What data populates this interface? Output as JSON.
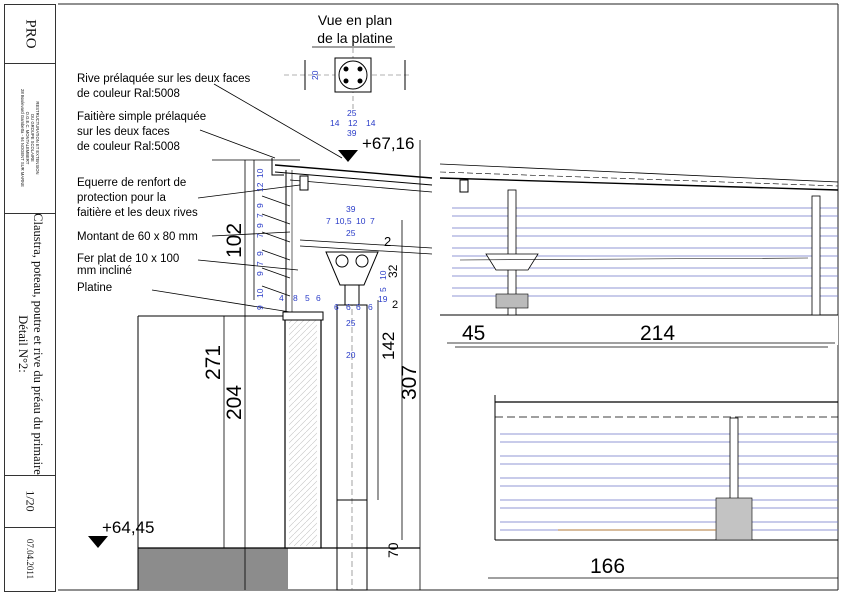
{
  "cartouche": {
    "phase": "PRO",
    "project_lines": [
      "RESTRUCTURATION ET EXTENSION",
      "DU GROUPE SCOLAIRE",
      "O.G.E.C. MONTALEMBERT",
      "28 Boulevard Gambetta - 94 NOGENT SUR MARNE"
    ],
    "title": "Claustra, poteau, poutre et rive du préau du primaire",
    "detail": "Détail N°2:",
    "scale": "1/20",
    "date": "07.04.2011"
  },
  "plan_view": {
    "title_line1": "Vue en plan",
    "title_line2": "de la platine"
  },
  "labels": {
    "rive_1": "Rive prélaquée sur les deux faces",
    "rive_2": "de couleur Ral:5008",
    "faitiere_1": "Faitière simple prélaquée",
    "faitiere_2": "sur les deux faces",
    "faitiere_3": "de couleur Ral:5008",
    "equerre_1": "Equerre de renfort de",
    "equerre_2": "protection pour la",
    "equerre_3": "faitière et les deux rives",
    "montant": "Montant de 60 x 80 mm",
    "ferplat_1": "Fer plat de 10 x 100",
    "ferplat_2": "mm incliné",
    "platine": "Platine"
  },
  "levels": {
    "top": "+67,16",
    "bottom": "+64,45"
  },
  "dims_large": {
    "d102": "102",
    "d271": "271",
    "d204": "204",
    "d142": "142",
    "d307": "307",
    "d70": "70",
    "d45": "45",
    "d214": "214",
    "d166": "166"
  },
  "dims_small": {
    "plan_20": "20",
    "plan_25": "25",
    "plan_14a": "14",
    "plan_12": "12",
    "plan_14b": "14",
    "plan_39": "39",
    "sec_39": "39",
    "sec_7a": "7",
    "sec_105": "10,5",
    "sec_10": "10",
    "sec_7b": "7",
    "sec_25": "25",
    "sec_2": "2",
    "sec_32": "32",
    "low_6a": "6",
    "low_6b": "6",
    "low_6c": "6",
    "low_6d": "6",
    "low_25": "25",
    "low_20": "20",
    "low_19": "19",
    "low_2": "2",
    "l10": "10",
    "l12": "12",
    "l9a": "9",
    "l7a": "7",
    "l9b": "9",
    "l7b": "7",
    "l9c": "9",
    "l7c": "7",
    "l9d": "9",
    "l10b": "10",
    "l9e": "9",
    "b4": "4",
    "b8": "8",
    "b5": "5",
    "b6": "6",
    "r10": "10",
    "r5": "5"
  }
}
